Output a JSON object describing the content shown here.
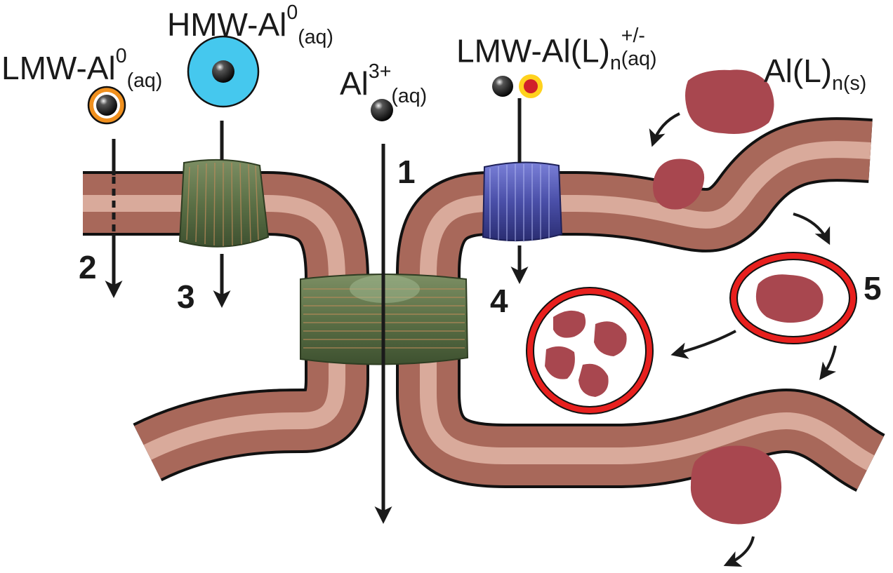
{
  "labels": {
    "lmw_al0": {
      "base": "LMW-Al",
      "sup": "0",
      "sub": "(aq)"
    },
    "hmw_al0": {
      "base": "HMW-Al",
      "sup": "0",
      "sub": "(aq)"
    },
    "al3": {
      "base": "Al",
      "sup": "3+",
      "sub": "(aq)"
    },
    "lmw_all": {
      "base": "LMW-Al(L)",
      "mid": "n",
      "sup": "+/-",
      "sub": "(aq)"
    },
    "al_l_s": {
      "base": "Al(L)",
      "sub": "n(s)"
    }
  },
  "pathways": [
    "1",
    "2",
    "3",
    "4",
    "5"
  ],
  "colors": {
    "membrane": "#a8685a",
    "membrane_highlight": "#e8c2b4",
    "membrane_outline": "#111111",
    "channel_green": "#5b7046",
    "transporter_blue": "#4a4fa8",
    "lmw_ring": "#f0901e",
    "hmw_ring": "#45c8ee",
    "complex_ring": "#ffd21e",
    "complex_core": "#d0202a",
    "solid": "#a8474f",
    "vesicle_ring": "#e8201e",
    "arrow": "#1a1a1a"
  }
}
